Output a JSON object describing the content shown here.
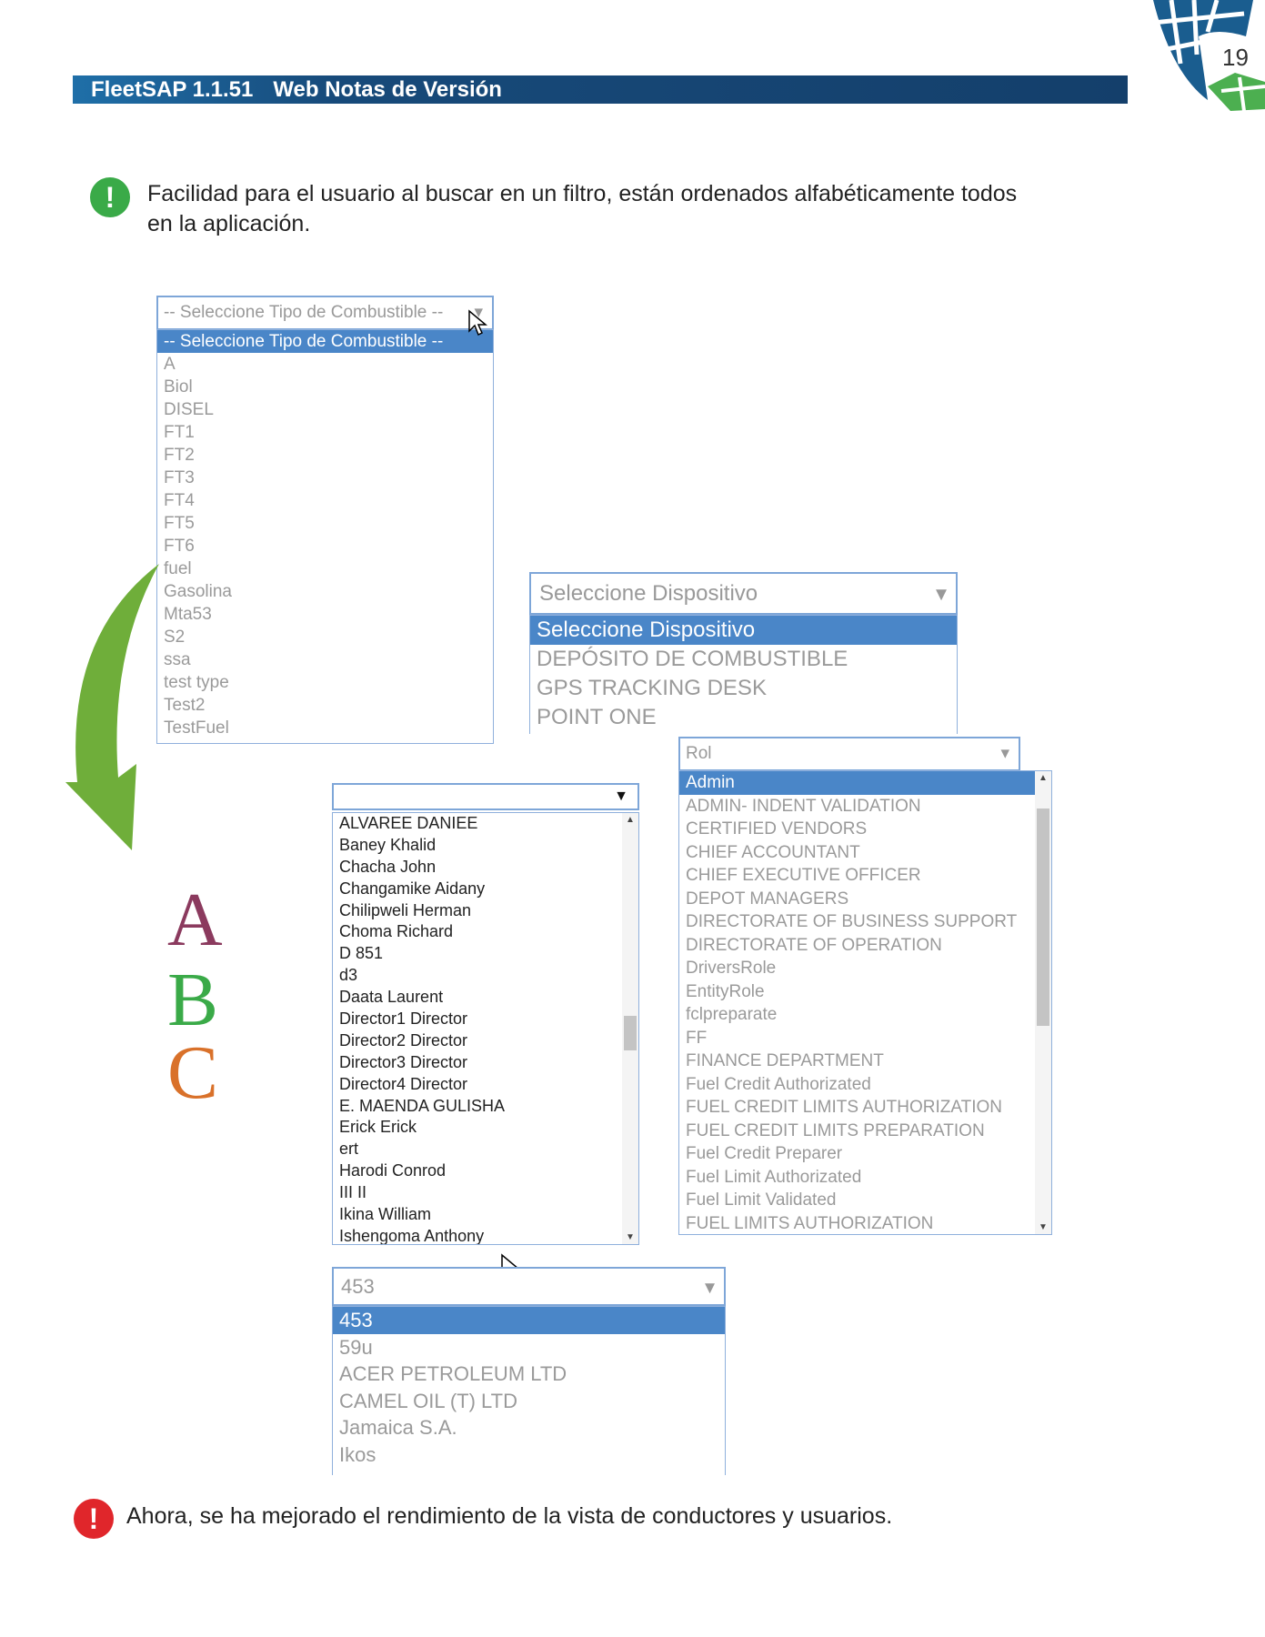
{
  "header": {
    "product": "FleetSAP 1.1.51",
    "subtitle": "Web Notas de Versión",
    "page_number": "19"
  },
  "notes": [
    {
      "icon": "exclamation-icon",
      "color": "#3aaa48",
      "text": "Facilidad para el usuario al buscar en un filtro, están ordenados alfabéticamente todos en la aplicación."
    },
    {
      "icon": "exclamation-icon",
      "color": "#e0262b",
      "text": "Ahora, se ha mejorado el rendimiento de la vista de conductores y usuarios."
    }
  ],
  "icon_glyph": "!",
  "letters": [
    {
      "text": "A",
      "color": "#8b3a5e"
    },
    {
      "text": "B",
      "color": "#3aaa48"
    },
    {
      "text": "C",
      "color": "#d9712a"
    }
  ],
  "fuel_type": {
    "value": "-- Seleccione Tipo de Combustible --",
    "options": [
      "-- Seleccione Tipo de Combustible --",
      "A",
      "Biol",
      "DISEL",
      "FT1",
      "FT2",
      "FT3",
      "FT4",
      "FT5",
      "FT6",
      "fuel",
      "Gasolina",
      "Mta53",
      "S2",
      "ssa",
      "test type",
      "Test2",
      "TestFuel"
    ]
  },
  "device": {
    "value": "Seleccione Dispositivo",
    "options": [
      "Seleccione Dispositivo",
      "DEPÓSITO DE COMBUSTIBLE",
      "GPS TRACKING DESK",
      "POINT ONE"
    ]
  },
  "role": {
    "value": "Rol",
    "options": [
      "Admin",
      "ADMIN- INDENT VALIDATION",
      "CERTIFIED VENDORS",
      "CHIEF ACCOUNTANT",
      "CHIEF EXECUTIVE OFFICER",
      "DEPOT MANAGERS",
      "DIRECTORATE OF BUSINESS SUPPORT",
      "DIRECTORATE OF OPERATION",
      "DriversRole",
      "EntityRole",
      "fclpreparate",
      "FF",
      "FINANCE DEPARTMENT",
      "Fuel Credit Authorizated",
      "FUEL CREDIT LIMITS AUTHORIZATION",
      "FUEL CREDIT LIMITS PREPARATION",
      "Fuel Credit Preparer",
      "Fuel Limit Authorizated",
      "Fuel Limit Validated",
      "FUEL LIMITS AUTHORIZATION"
    ]
  },
  "person": {
    "value": "",
    "options": [
      "ALVAREE DANIEE",
      "Baney Khalid",
      "Chacha John",
      "Changamike Aidany",
      "Chilipweli Herman",
      "Choma Richard",
      "D 851",
      "d3",
      "Daata Laurent",
      "Director1 Director",
      "Director2 Director",
      "Director3 Director",
      "Director4 Director",
      "E. MAENDA GULISHA",
      "Erick Erick",
      "ert",
      "Harodi Conrod",
      "III II",
      "Ikina William",
      "Ishengoma Anthony"
    ]
  },
  "supplier": {
    "value": "453",
    "options": [
      "453",
      "59u",
      "ACER PETROLEUM LTD",
      "CAMEL OIL (T) LTD",
      "Jamaica S.A.",
      "Ikos"
    ]
  },
  "colors": {
    "header": "#143f6b",
    "selection": "#4a86c8",
    "arrow": "#6fae3a"
  }
}
